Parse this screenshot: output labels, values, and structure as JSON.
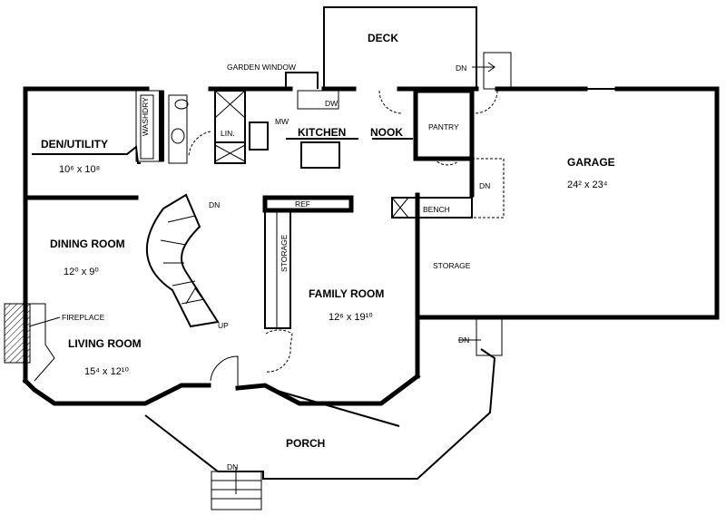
{
  "plan": {
    "rooms": {
      "deck": {
        "label": "DECK"
      },
      "garden_window": {
        "label": "GARDEN WINDOW"
      },
      "kitchen": {
        "label": "KITCHEN"
      },
      "nook": {
        "label": "NOOK"
      },
      "pantry": {
        "label": "PANTRY"
      },
      "garage": {
        "label": "GARAGE",
        "size": "24² x 23⁴"
      },
      "den_utility": {
        "label": "DEN/UTILITY",
        "size": "10⁶ x 10⁸"
      },
      "dining_room": {
        "label": "DINING ROOM",
        "size": "12⁰ x 9⁰"
      },
      "living_room": {
        "label": "LIVING ROOM",
        "size": "15⁴ x 12¹⁰"
      },
      "family_room": {
        "label": "FAMILY ROOM",
        "size": "12⁶ x 19¹⁰"
      },
      "storage_garage": {
        "label": "STORAGE"
      },
      "storage_hall": {
        "label": "STORAGE"
      },
      "porch": {
        "label": "PORCH"
      }
    },
    "fixtures": {
      "wash": "WASH",
      "dry": "DRY",
      "linen": "LIN.",
      "microwave": "MW",
      "dishwasher": "DW",
      "refrigerator": "REF",
      "bench": "BENCH",
      "fireplace": "FIREPLACE"
    },
    "stairs": {
      "deck_dn": "DN",
      "garage_dn": "DN",
      "main_dn": "DN",
      "main_up": "UP",
      "side_dn": "DN",
      "porch_dn": "DN"
    }
  }
}
